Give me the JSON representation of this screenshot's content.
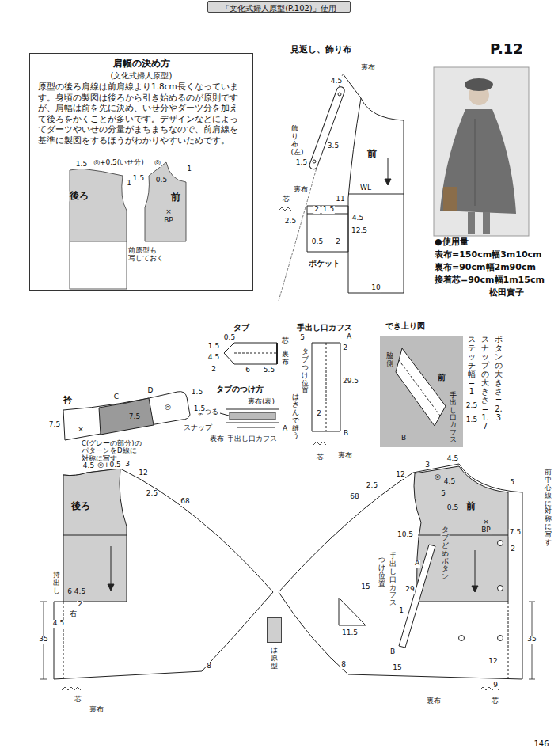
{
  "diagram": {
    "nodes": [
      {
        "text": [
          "「文化式婦人原型(P.102)」使用"
        ]
      },
      {
        "text": [
          "肩幅の決め方",
          "(文化式婦人原型)",
          "原型の後ろ肩線は前肩線より1.8cm長くなっています。身頃の製図は後ろから引き始めるのが原則ですが、肩幅は前を先に決め、いせ分やダーツ分を加えて後ろをかくことが多いです。デザインなどによってダーツやいせの分量がまちまちなので、前肩線を基準に製図をするほうがわかりやすいためです。"
        ]
      },
      {
        "text": [
          "でき上り図",
          "脇側",
          "前",
          "手出し口カフス",
          "B"
        ]
      }
    ],
    "labels": [
      "1.5",
      "◎+0.5(いせ分)",
      "1",
      "後ろ",
      "1.5",
      "◎",
      "0.5",
      "1",
      "前",
      "×",
      "BP",
      "前原型も 写しておく",
      "P.12",
      "●使用量",
      "表布=150cm幅3m10cm",
      "裏布=90cm幅2m90cm",
      "接着芯=90cm幅1m15cm",
      "松田實子",
      "見返し、飾り布",
      "4.5",
      "裏布",
      "飾り布(左)",
      "3.5",
      "1.5",
      "前",
      "WL",
      "11",
      "2",
      "1.5",
      "4.5",
      "芯",
      "裏布",
      "2.5",
      "12.5",
      "0.5",
      "2",
      "ポケット",
      "10",
      "タブ",
      "0.5",
      "1.5",
      "4.5",
      "2",
      "6",
      "5.5",
      "芯",
      "裏布",
      "タブのつけ方",
      "まつる",
      "裏布(表)",
      "はさんで縫う",
      "A",
      "表布",
      "手出し口カフス",
      "手出し口カフス",
      "5",
      "A",
      "2",
      "タブつけ位置",
      "29.5",
      "2",
      "B",
      "芯",
      "裏布",
      "ボタンの大きさ=2.3",
      "スナップの大きさ=1.7",
      "ステッチ幅=1",
      "2.5",
      "1.5",
      "衿",
      "C",
      "D",
      "1.5",
      "1.5",
      "スナップ",
      "7.5",
      "7.5",
      "×",
      "◎",
      "C(グレーの部分)の パターンをD線に 対称に写す",
      "4.5",
      "◎+0.5",
      "3",
      "12",
      "2.5",
      "68",
      "後ろ",
      "持出し",
      "6",
      "4.5",
      "2",
      "右",
      "4.5",
      "35",
      "8",
      "芯",
      "裏布",
      "4.5",
      "3",
      "12",
      "2.5",
      "68",
      "◎",
      "4.5",
      "5",
      "5",
      "0.5",
      "前",
      "×",
      "BP",
      "7.5",
      "2",
      "10.5",
      "タブどめボタン",
      "A",
      "手出し口カフス",
      "つけ位置",
      "29",
      "15",
      "11.5",
      "1",
      "B",
      "35",
      "12",
      "15",
      "8",
      "9",
      "裏布",
      "芯",
      "前中心線に対称に写す",
      "146"
    ],
    "legend": [
      {
        "text": "は原型",
        "color": "#cfcfcf"
      }
    ]
  }
}
